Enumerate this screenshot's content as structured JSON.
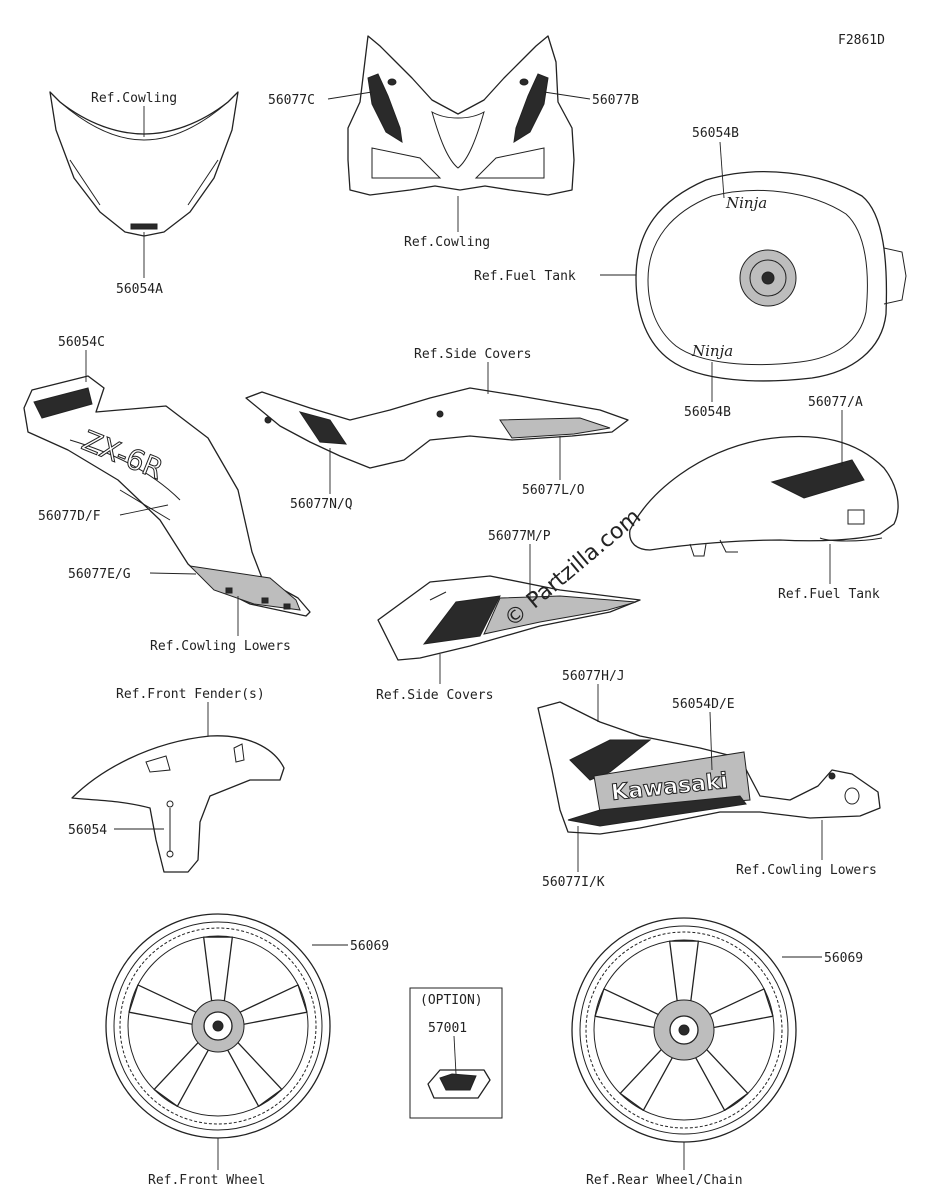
{
  "figure_code": "F2861D",
  "watermark": "© Partzilla.com",
  "option_box_label": "(OPTION)",
  "decal_texts": {
    "ninja": "Ninja",
    "kawasaki": "Kawasaki",
    "zx6r": "ZX-6R"
  },
  "labels": {
    "ref_cowling_top": "Ref.Cowling",
    "p56054A": "56054A",
    "p56077C": "56077C",
    "p56077B": "56077B",
    "ref_cowling_front": "Ref.Cowling",
    "p56054B_top": "56054B",
    "ref_fuel_tank_top": "Ref.Fuel Tank",
    "p56054B_bottom": "56054B",
    "p56054C": "56054C",
    "ref_side_covers_top": "Ref.Side Covers",
    "p56077NQ": "56077N/Q",
    "p56077LO": "56077L/O",
    "p56077A": "56077/A",
    "p56077DF": "56077D/F",
    "p56077EG": "56077E/G",
    "ref_cowling_lowers_left": "Ref.Cowling Lowers",
    "p56077MP": "56077M/P",
    "ref_fuel_tank_right": "Ref.Fuel Tank",
    "ref_side_covers_bottom": "Ref.Side Covers",
    "ref_front_fenders": "Ref.Front Fender(s)",
    "p56054": "56054",
    "p56077HJ": "56077H/J",
    "p56054DE": "56054D/E",
    "p56077IK": "56077I/K",
    "ref_cowling_lowers_right": "Ref.Cowling Lowers",
    "p56069_left": "56069",
    "p56069_right": "56069",
    "p57001": "57001",
    "ref_front_wheel": "Ref.Front Wheel",
    "ref_rear_wheel": "Ref.Rear Wheel/Chain"
  }
}
